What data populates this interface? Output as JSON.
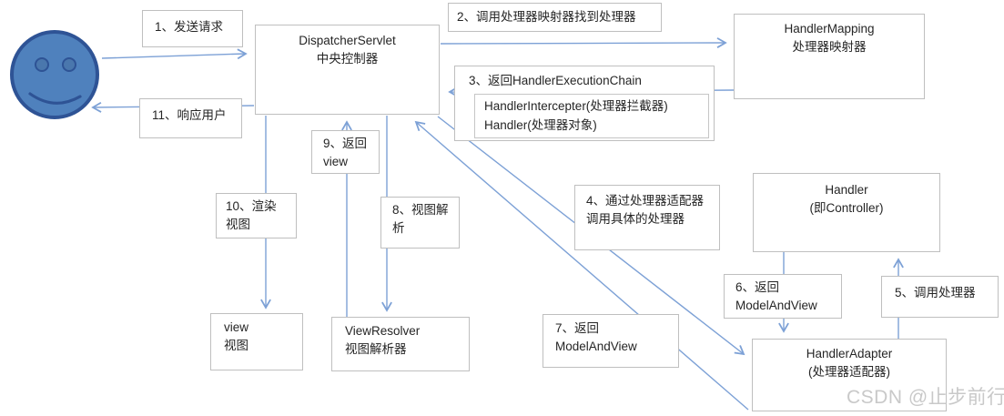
{
  "diagram": {
    "watermark": "CSDN @止步前行",
    "icons": {
      "user": "smiley-face-icon"
    },
    "colors": {
      "arrow": "#7da1d6",
      "box_border": "#bfbfbf",
      "text": "#252525",
      "face_fill": "#4f81bd",
      "face_stroke": "#2e5395",
      "watermark": "#c9c9c9"
    },
    "nodes": {
      "dispatcher_servlet": {
        "title": "DispatcherServlet",
        "subtitle": "中央控制器"
      },
      "handler_mapping": {
        "title": "HandlerMapping",
        "subtitle": "处理器映射器"
      },
      "handler": {
        "title": "Handler",
        "subtitle": "(即Controller)"
      },
      "handler_adapter": {
        "title": "HandlerAdapter",
        "subtitle": "(处理器适配器)"
      },
      "view": {
        "title": "view",
        "subtitle": "视图"
      },
      "view_resolver": {
        "title": "ViewResolver",
        "subtitle": "视图解析器"
      }
    },
    "steps": {
      "step1": {
        "label": "1、发送请求"
      },
      "step2": {
        "label": "2、调用处理器映射器找到处理器"
      },
      "step3": {
        "label": "3、返回HandlerExecutionChain",
        "chain_line1": "HandlerIntercepter(处理器拦截器)",
        "chain_line2": "Handler(处理器对象)"
      },
      "step4": {
        "line1": "4、通过处理器适配器",
        "line2": "调用具体的处理器"
      },
      "step5": {
        "label": "5、调用处理器"
      },
      "step6": {
        "line1": "6、返回",
        "line2": "ModelAndView"
      },
      "step7": {
        "line1": "7、返回",
        "line2": "ModelAndView"
      },
      "step8": {
        "line1": "8、视图解",
        "line2": "析"
      },
      "step9": {
        "line1": "9、返回",
        "line2": "view"
      },
      "step10": {
        "line1": "10、渲染",
        "line2": "视图"
      },
      "step11": {
        "label": "11、响应用户"
      }
    }
  }
}
